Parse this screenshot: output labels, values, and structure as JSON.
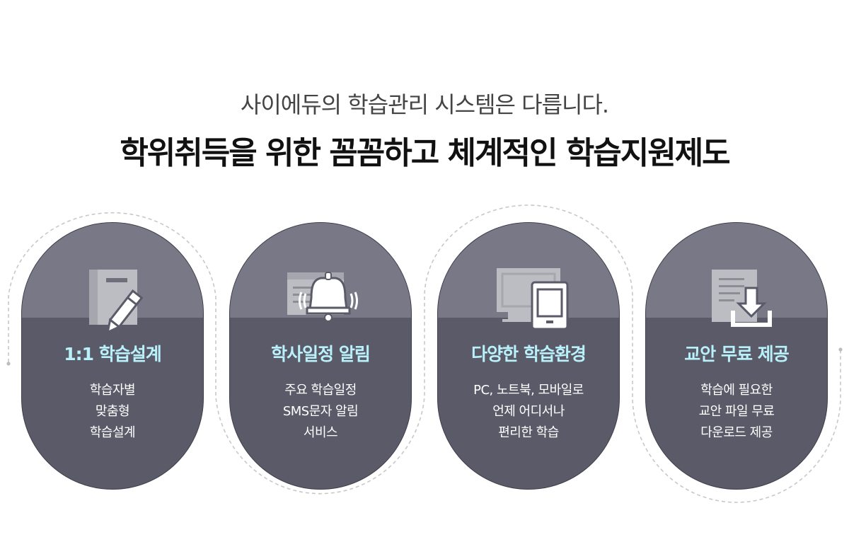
{
  "header": {
    "subtitle": "사이에듀의 학습관리 시스템은 다릅니다.",
    "title": "학위취득을 위한 꼼꼼하고 체계적인 학습지원제도"
  },
  "colors": {
    "card_top": "#797886",
    "card_bottom": "#5b5a68",
    "card_title": "#b9f1fb",
    "dashed_line": "#c8c8c8"
  },
  "cards": [
    {
      "icon": "notebook-pencil-icon",
      "title": "1:1 학습설계",
      "lines": [
        "학습자별",
        "맞춤형",
        "학습설계"
      ]
    },
    {
      "icon": "calendar-bell-icon",
      "title": "학사일정 알림",
      "lines": [
        "주요 학습일정",
        "SMS문자 알림",
        "서비스"
      ]
    },
    {
      "icon": "monitor-tablet-icon",
      "title": "다양한 학습환경",
      "lines": [
        "PC, 노트북, 모바일로",
        "언제 어디서나",
        "편리한 학습"
      ]
    },
    {
      "icon": "document-download-icon",
      "title": "교안 무료 제공",
      "lines": [
        "학습에 필요한",
        "교안 파일 무료",
        "다운로드 제공"
      ]
    }
  ]
}
